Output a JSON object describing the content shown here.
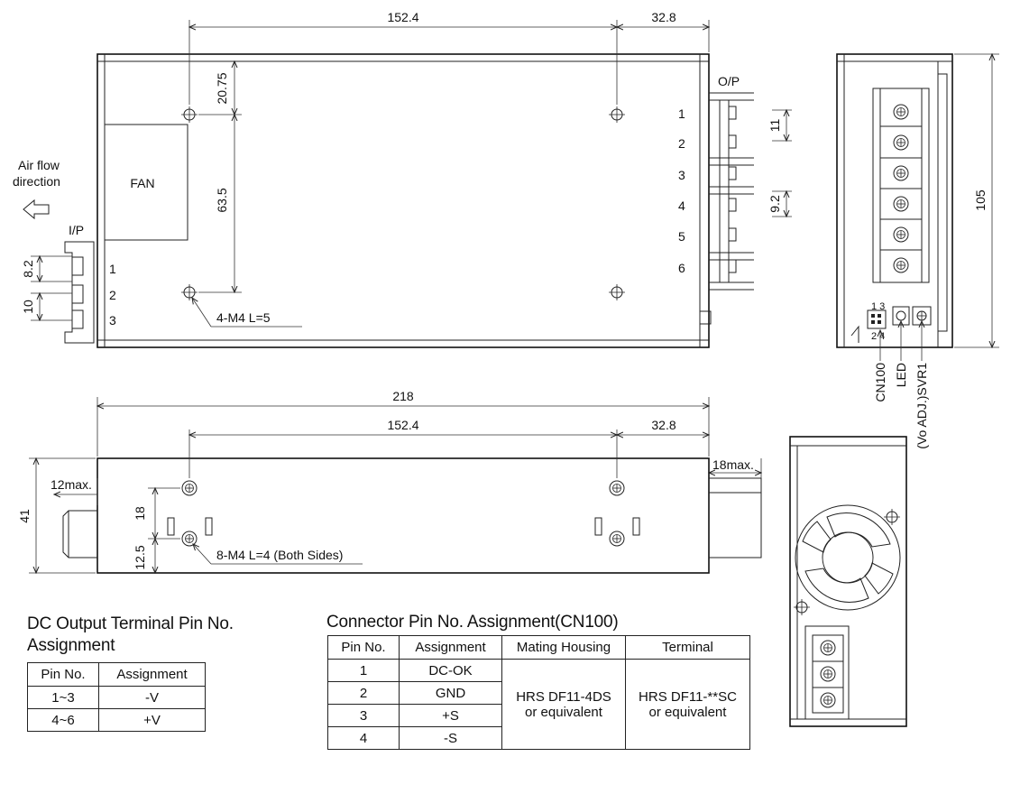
{
  "dims": {
    "top_152": "152.4",
    "top_32": "32.8",
    "d_2075": "20.75",
    "d_635": "63.5",
    "d_11": "11",
    "d_92": "9.2",
    "d_82": "8.2",
    "d_10": "10",
    "d_105": "105",
    "d_218": "218",
    "side_152": "152.4",
    "side_32": "32.8",
    "d_12max": "12max.",
    "d_18max": "18max.",
    "d_41": "41",
    "d_18": "18",
    "d_125": "12.5"
  },
  "labels": {
    "op": "O/P",
    "ip": "I/P",
    "fan": "FAN",
    "airflow_1": "Air flow",
    "airflow_2": "direction",
    "screw_note": "4-M4 L=5",
    "side_screw_note": "8-M4 L=4 (Both Sides)",
    "op_pins": [
      "1",
      "2",
      "3",
      "4",
      "5",
      "6"
    ],
    "ip_pins": [
      "1",
      "2",
      "3"
    ],
    "cn100": "CN100",
    "led": "LED",
    "svr1": "(Vo ADJ.)SVR1",
    "cn_top": "1 3",
    "cn_bot": "2 4"
  },
  "dc_table": {
    "title_1": "DC Output Terminal Pin No.",
    "title_2": "Assignment",
    "headers": [
      "Pin No.",
      "Assignment"
    ],
    "rows": [
      [
        "1~3",
        "-V"
      ],
      [
        "4~6",
        "+V"
      ]
    ]
  },
  "cn_table": {
    "title": "Connector Pin No. Assignment(CN100)",
    "headers": [
      "Pin No.",
      "Assignment",
      "Mating Housing",
      "Terminal"
    ],
    "pins": [
      "1",
      "2",
      "3",
      "4"
    ],
    "assignments": [
      "DC-OK",
      "GND",
      "+S",
      "-S"
    ],
    "housing_1": "HRS DF11-4DS",
    "housing_2": "or equivalent",
    "terminal_1": "HRS DF11-**SC",
    "terminal_2": "or equivalent"
  }
}
